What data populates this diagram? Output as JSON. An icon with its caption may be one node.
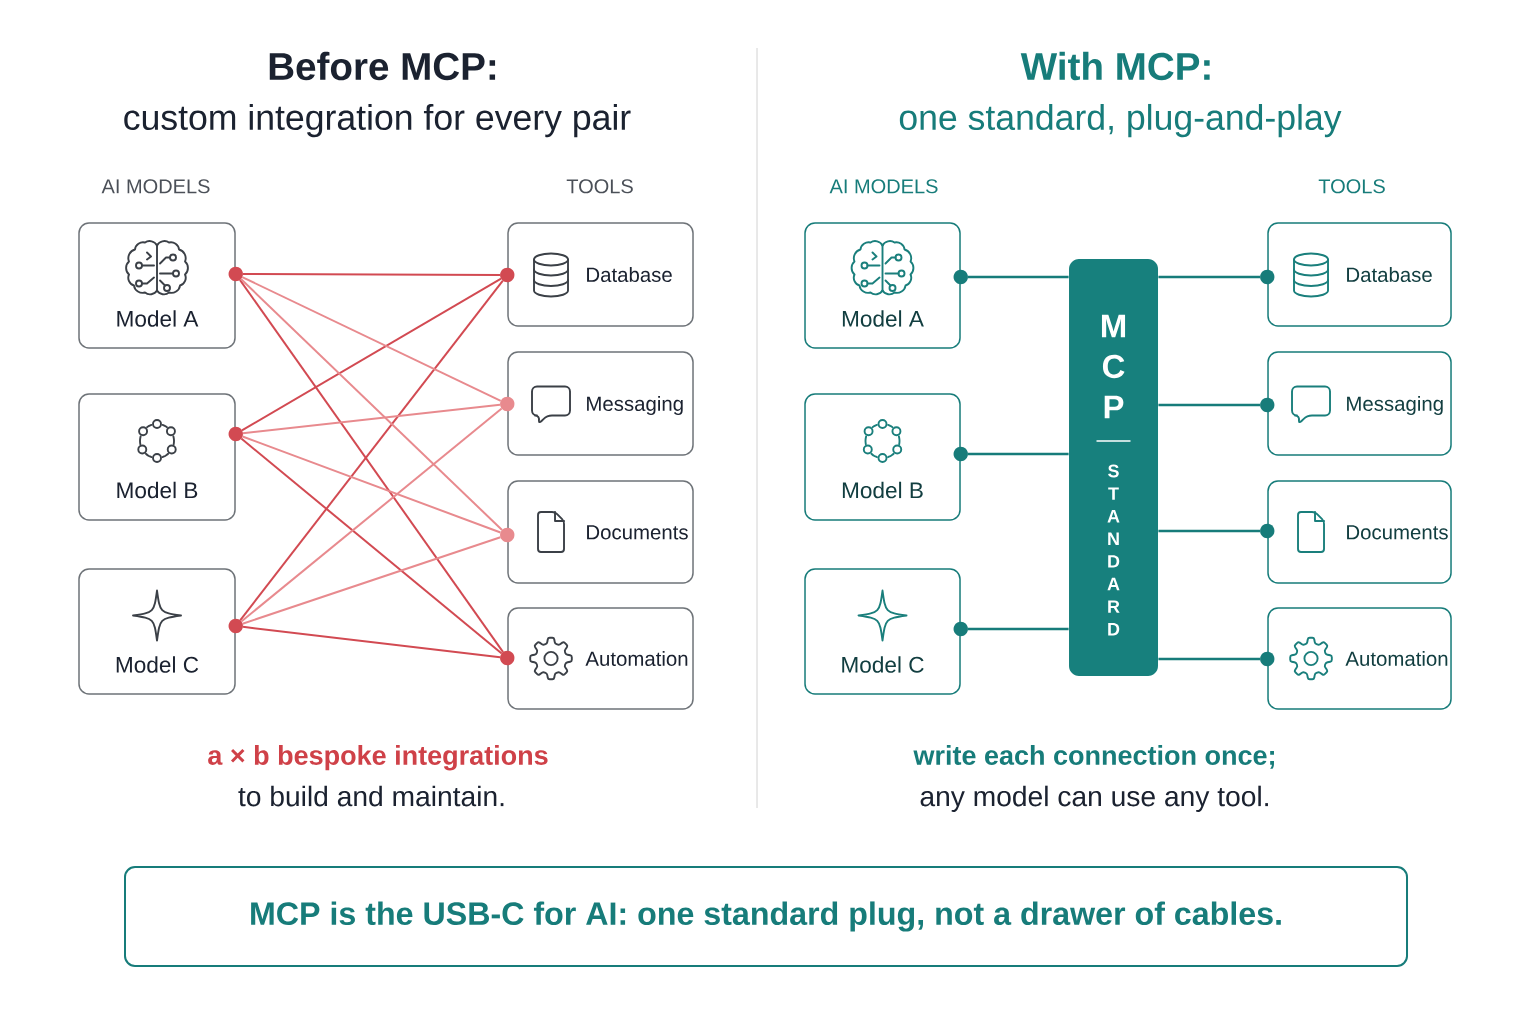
{
  "diagram": {
    "nodes": [
      {
        "text": [
          "Model A"
        ]
      },
      {
        "text": [
          "Model B"
        ]
      },
      {
        "text": [
          "Model C"
        ]
      },
      {
        "text": [
          "Database"
        ]
      },
      {
        "text": [
          "Messaging"
        ]
      },
      {
        "text": [
          "Documents"
        ]
      },
      {
        "text": [
          "Automation"
        ]
      },
      {
        "text": [
          "Model A"
        ]
      },
      {
        "text": [
          "Model B"
        ]
      },
      {
        "text": [
          "Model C"
        ]
      },
      {
        "text": [
          "MCP",
          "STANDARD"
        ]
      },
      {
        "text": [
          "Database"
        ]
      },
      {
        "text": [
          "Messaging"
        ]
      },
      {
        "text": [
          "Documents"
        ]
      },
      {
        "text": [
          "Automation"
        ]
      },
      {
        "text": [
          "MCP is the USB-C for AI: one standard plug, not a drawer of cables."
        ]
      }
    ],
    "edges": [
      {
        "from": 0,
        "to": 3,
        "arrow": "other",
        "color": "#d24a52"
      },
      {
        "from": 0,
        "to": 4,
        "arrow": "other",
        "color": "#e88a8e"
      },
      {
        "from": 0,
        "to": 5,
        "arrow": "other",
        "color": "#e88a8e"
      },
      {
        "from": 0,
        "to": 6,
        "arrow": "other",
        "color": "#d24a52"
      },
      {
        "from": 1,
        "to": 3,
        "arrow": "other",
        "color": "#d24a52"
      },
      {
        "from": 1,
        "to": 4,
        "arrow": "other",
        "color": "#e88a8e"
      },
      {
        "from": 1,
        "to": 5,
        "arrow": "other",
        "color": "#e88a8e"
      },
      {
        "from": 1,
        "to": 6,
        "arrow": "other",
        "color": "#d24a52"
      },
      {
        "from": 2,
        "to": 3,
        "arrow": "other",
        "color": "#d24a52"
      },
      {
        "from": 2,
        "to": 4,
        "arrow": "other",
        "color": "#e88a8e"
      },
      {
        "from": 2,
        "to": 5,
        "arrow": "other",
        "color": "#e88a8e"
      },
      {
        "from": 2,
        "to": 6,
        "arrow": "other",
        "color": "#d24a52"
      },
      {
        "from": 7,
        "to": 10,
        "arrow": "other"
      },
      {
        "from": 8,
        "to": 10,
        "arrow": "other"
      },
      {
        "from": 9,
        "to": 10,
        "arrow": "other"
      },
      {
        "from": 10,
        "to": 11,
        "arrow": "other"
      },
      {
        "from": 10,
        "to": 12,
        "arrow": "other"
      },
      {
        "from": 10,
        "to": 13,
        "arrow": "other"
      },
      {
        "from": 10,
        "to": 14,
        "arrow": "other"
      }
    ],
    "labels": [
      "Before MCP:",
      "With MCP:",
      "custom integration for every pair",
      "one standard, plug-and-play",
      "AI MODELS",
      "TOOLS",
      "AI MODELS",
      "TOOLS",
      "a × b bespoke integrations",
      "write each connection once;",
      "to build and maintain.",
      "any model can use any tool."
    ]
  }
}
